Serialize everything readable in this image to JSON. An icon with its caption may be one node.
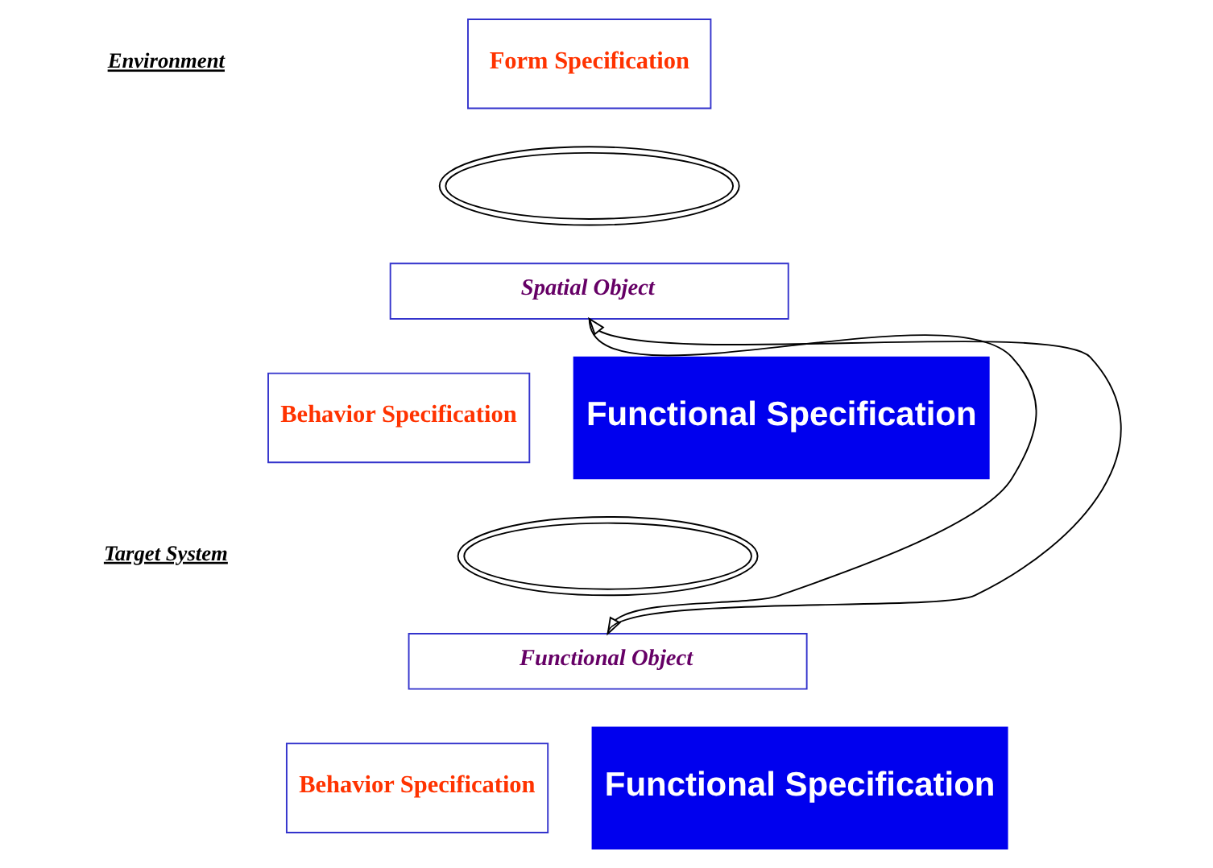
{
  "diagram": {
    "nodes": [
      {
        "text": [
          "Form Specification"
        ]
      },
      {
        "text": [],
        "shape": "ellipse"
      },
      {
        "text": [
          "Spatial Object"
        ]
      },
      {
        "text": [
          "Behavior Specification"
        ]
      },
      {
        "text": [
          "Functional Specification"
        ]
      },
      {
        "text": [],
        "shape": "ellipse"
      },
      {
        "text": [
          "Functional Object"
        ]
      },
      {
        "text": [
          "Behavior Specification"
        ]
      },
      {
        "text": [
          "Functional Specification"
        ]
      }
    ],
    "edges": [
      {
        "from": 6,
        "to": 2,
        "arrow": "to"
      },
      {
        "from": 2,
        "to": 6,
        "arrow": "to"
      }
    ],
    "labels": [
      "Environment",
      "Target System"
    ]
  }
}
